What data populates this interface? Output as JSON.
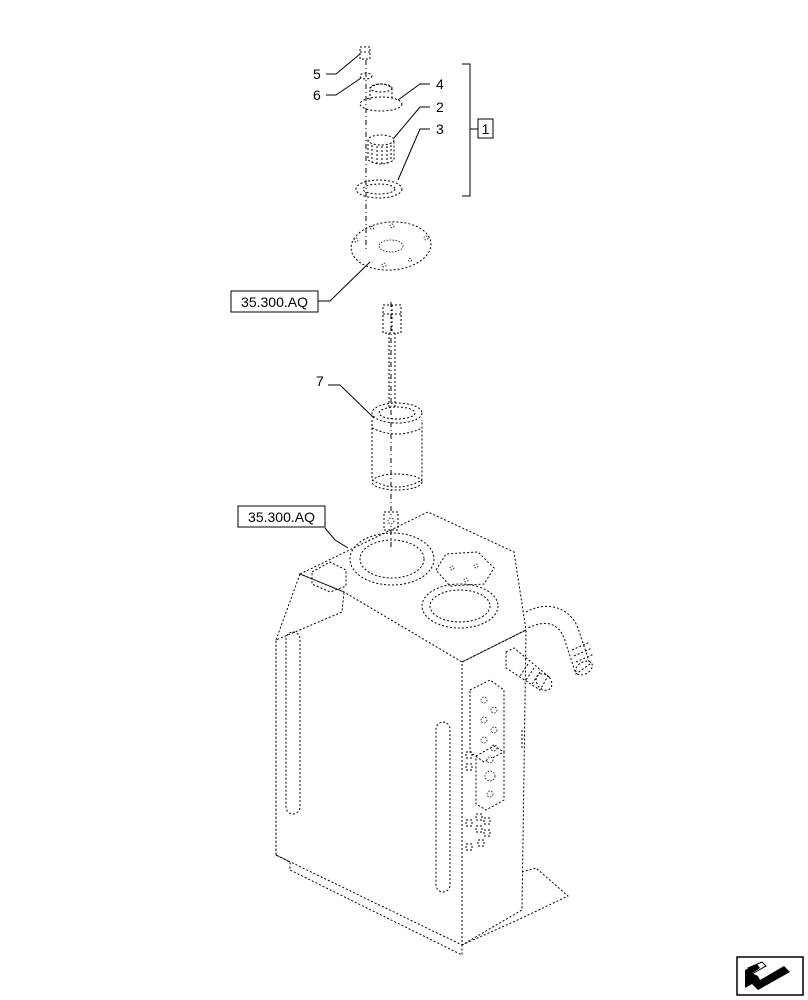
{
  "callouts": {
    "c1": "1",
    "c2": "2",
    "c3": "3",
    "c4": "4",
    "c5": "5",
    "c6": "6",
    "c7": "7"
  },
  "references": {
    "ref_top": "35.300.AQ",
    "ref_bottom": "35.300.AQ"
  },
  "navigation": {
    "icon": "arrow-icon"
  },
  "colors": {
    "line": "#000000",
    "background": "#ffffff"
  }
}
